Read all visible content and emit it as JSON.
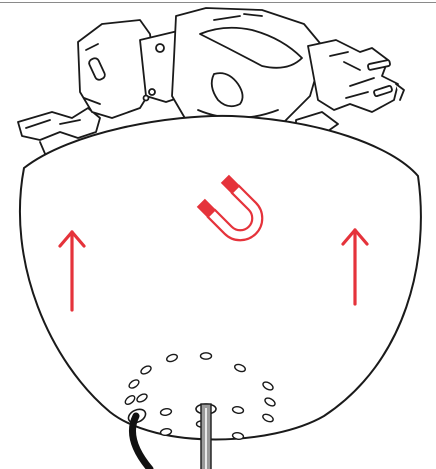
{
  "figure": {
    "caption": "",
    "background": "#ffffff"
  },
  "colors": {
    "line": "#1a1a1a",
    "accent_red": "#e5333b",
    "cable": "#111111",
    "rod_fill": "#9a9a9a",
    "frame_rule": "#8a8a8a"
  },
  "parts": {
    "mounting_bracket": {
      "icon": "mounting-bracket-icon"
    },
    "dome_cover": {
      "icon": "dome-cover-icon"
    },
    "magnet": {
      "icon": "horseshoe-magnet-icon",
      "color": "#e5333b"
    },
    "left_arrow": {
      "icon": "arrow-up-icon",
      "direction": "up",
      "color": "#e5333b"
    },
    "right_arrow": {
      "icon": "arrow-up-icon",
      "direction": "up",
      "color": "#e5333b"
    },
    "vent_holes": {
      "icon": "vent-hole-icon",
      "count": 15
    },
    "cable": {
      "icon": "cable-icon"
    },
    "mounting_rod": {
      "icon": "rod-icon"
    }
  }
}
